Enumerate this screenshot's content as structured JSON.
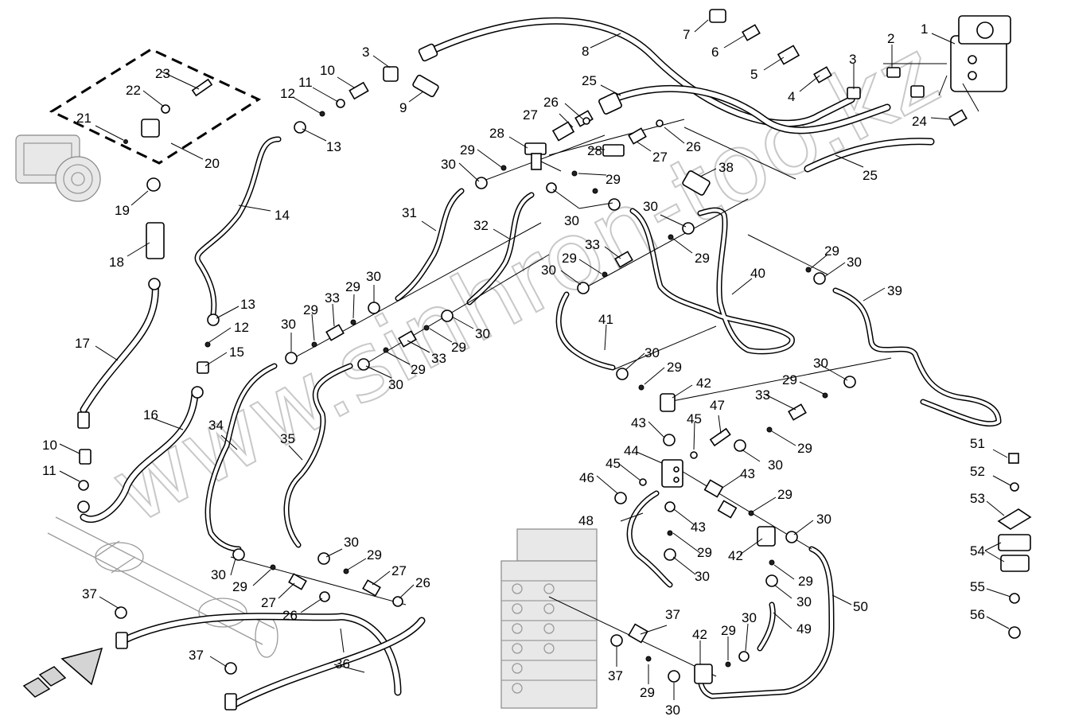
{
  "watermark": "www.sinhron-too.kz",
  "callouts": [
    "1",
    "2",
    "3",
    "4",
    "5",
    "6",
    "7",
    "8",
    "9",
    "10",
    "11",
    "12",
    "13",
    "14",
    "15",
    "16",
    "17",
    "18",
    "19",
    "20",
    "21",
    "22",
    "23",
    "24",
    "25",
    "26",
    "27",
    "28",
    "29",
    "30",
    "31",
    "32",
    "33",
    "34",
    "35",
    "36",
    "37",
    "38",
    "39",
    "40",
    "41",
    "42",
    "43",
    "44",
    "45",
    "46",
    "47",
    "48",
    "49",
    "50",
    "51",
    "52",
    "53",
    "54",
    "55",
    "56"
  ]
}
